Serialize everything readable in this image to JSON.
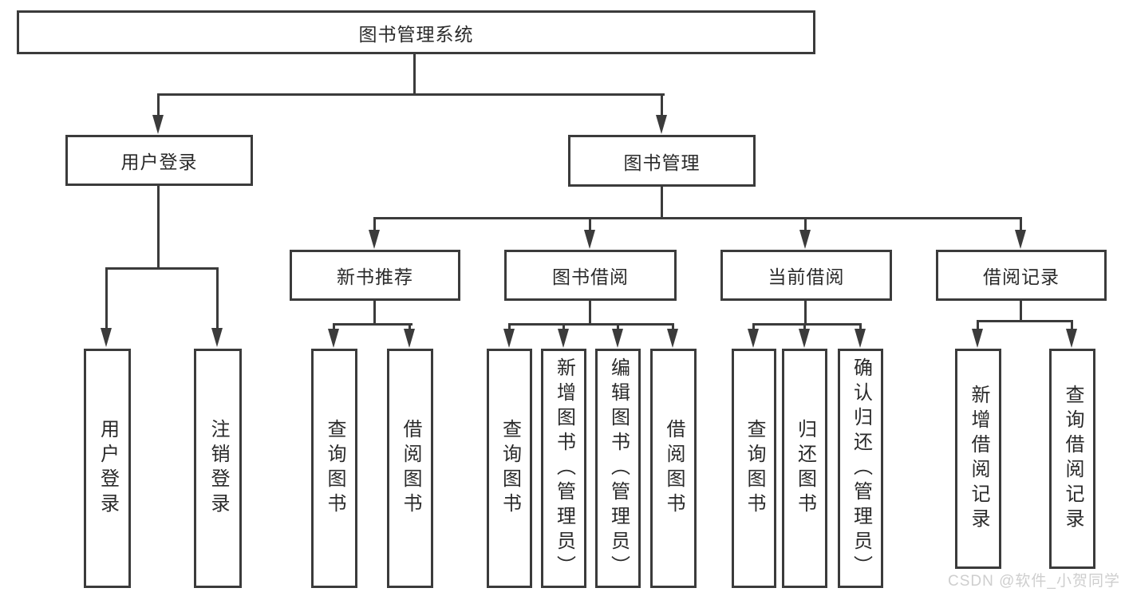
{
  "diagram": {
    "root": {
      "label": "图书管理系统"
    },
    "level2": [
      {
        "label": "用户登录"
      },
      {
        "label": "图书管理"
      }
    ],
    "level3": [
      {
        "label": "新书推荐"
      },
      {
        "label": "图书借阅"
      },
      {
        "label": "当前借阅"
      },
      {
        "label": "借阅记录"
      }
    ],
    "leaves": {
      "user_login": [
        {
          "label": "用户登录"
        },
        {
          "label": "注销登录"
        }
      ],
      "new_book_recommend": [
        {
          "label": "查询图书"
        },
        {
          "label": "借阅图书"
        }
      ],
      "book_borrow": [
        {
          "label": "查询图书"
        },
        {
          "label": "新增图书（管理员）"
        },
        {
          "label": "编辑图书（管理员）"
        },
        {
          "label": "借阅图书"
        }
      ],
      "current_borrow": [
        {
          "label": "查询图书"
        },
        {
          "label": "归还图书"
        },
        {
          "label": "确认归还（管理员）"
        }
      ],
      "borrow_record": [
        {
          "label": "新增借阅记录"
        },
        {
          "label": "查询借阅记录"
        }
      ]
    },
    "watermark": "CSDN @软件_小贺同学",
    "colors": {
      "line": "#3b3b3b",
      "text": "#2a2a2a",
      "background": "#ffffff",
      "watermark": "#c9c9c9"
    }
  }
}
